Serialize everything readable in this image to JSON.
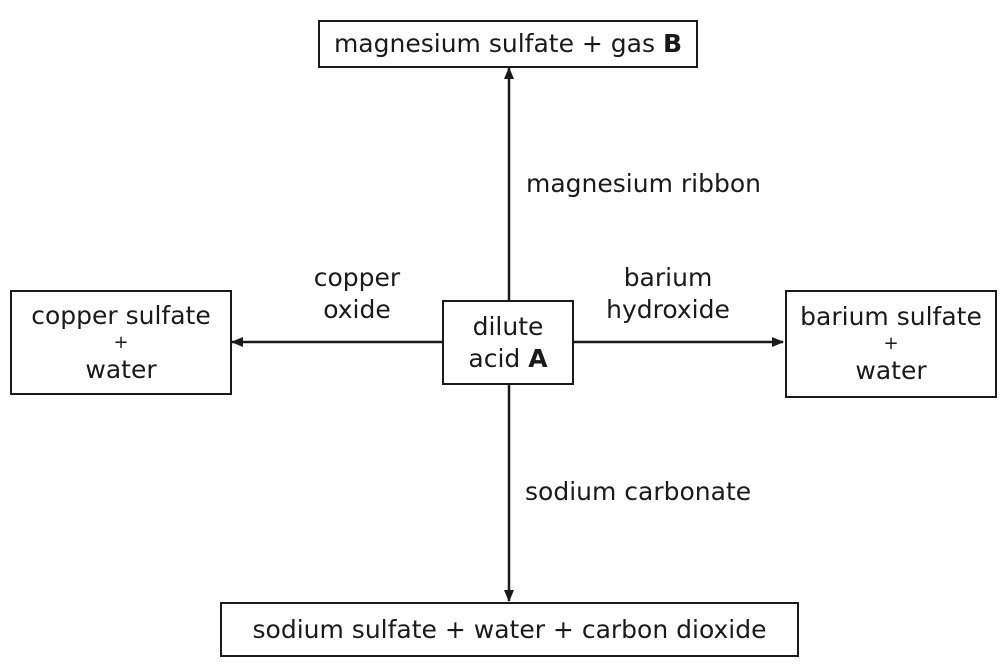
{
  "center_box": {
    "line1": "dilute",
    "line2_prefix": "acid ",
    "line2_bold": "A"
  },
  "top_box": {
    "text_prefix": "magnesium sulfate + gas ",
    "text_bold": "B"
  },
  "left_box": {
    "line1": "copper sulfate",
    "line2": "+",
    "line3": "water"
  },
  "right_box": {
    "line1": "barium sulfate",
    "line2": "+",
    "line3": "water"
  },
  "bottom_box": {
    "text": "sodium sulfate + water + carbon dioxide"
  },
  "reagents": {
    "up": "magnesium ribbon",
    "left_line1": "copper",
    "left_line2": "oxide",
    "right_line1": "barium",
    "right_line2": "hydroxide",
    "down": "sodium carbonate"
  }
}
